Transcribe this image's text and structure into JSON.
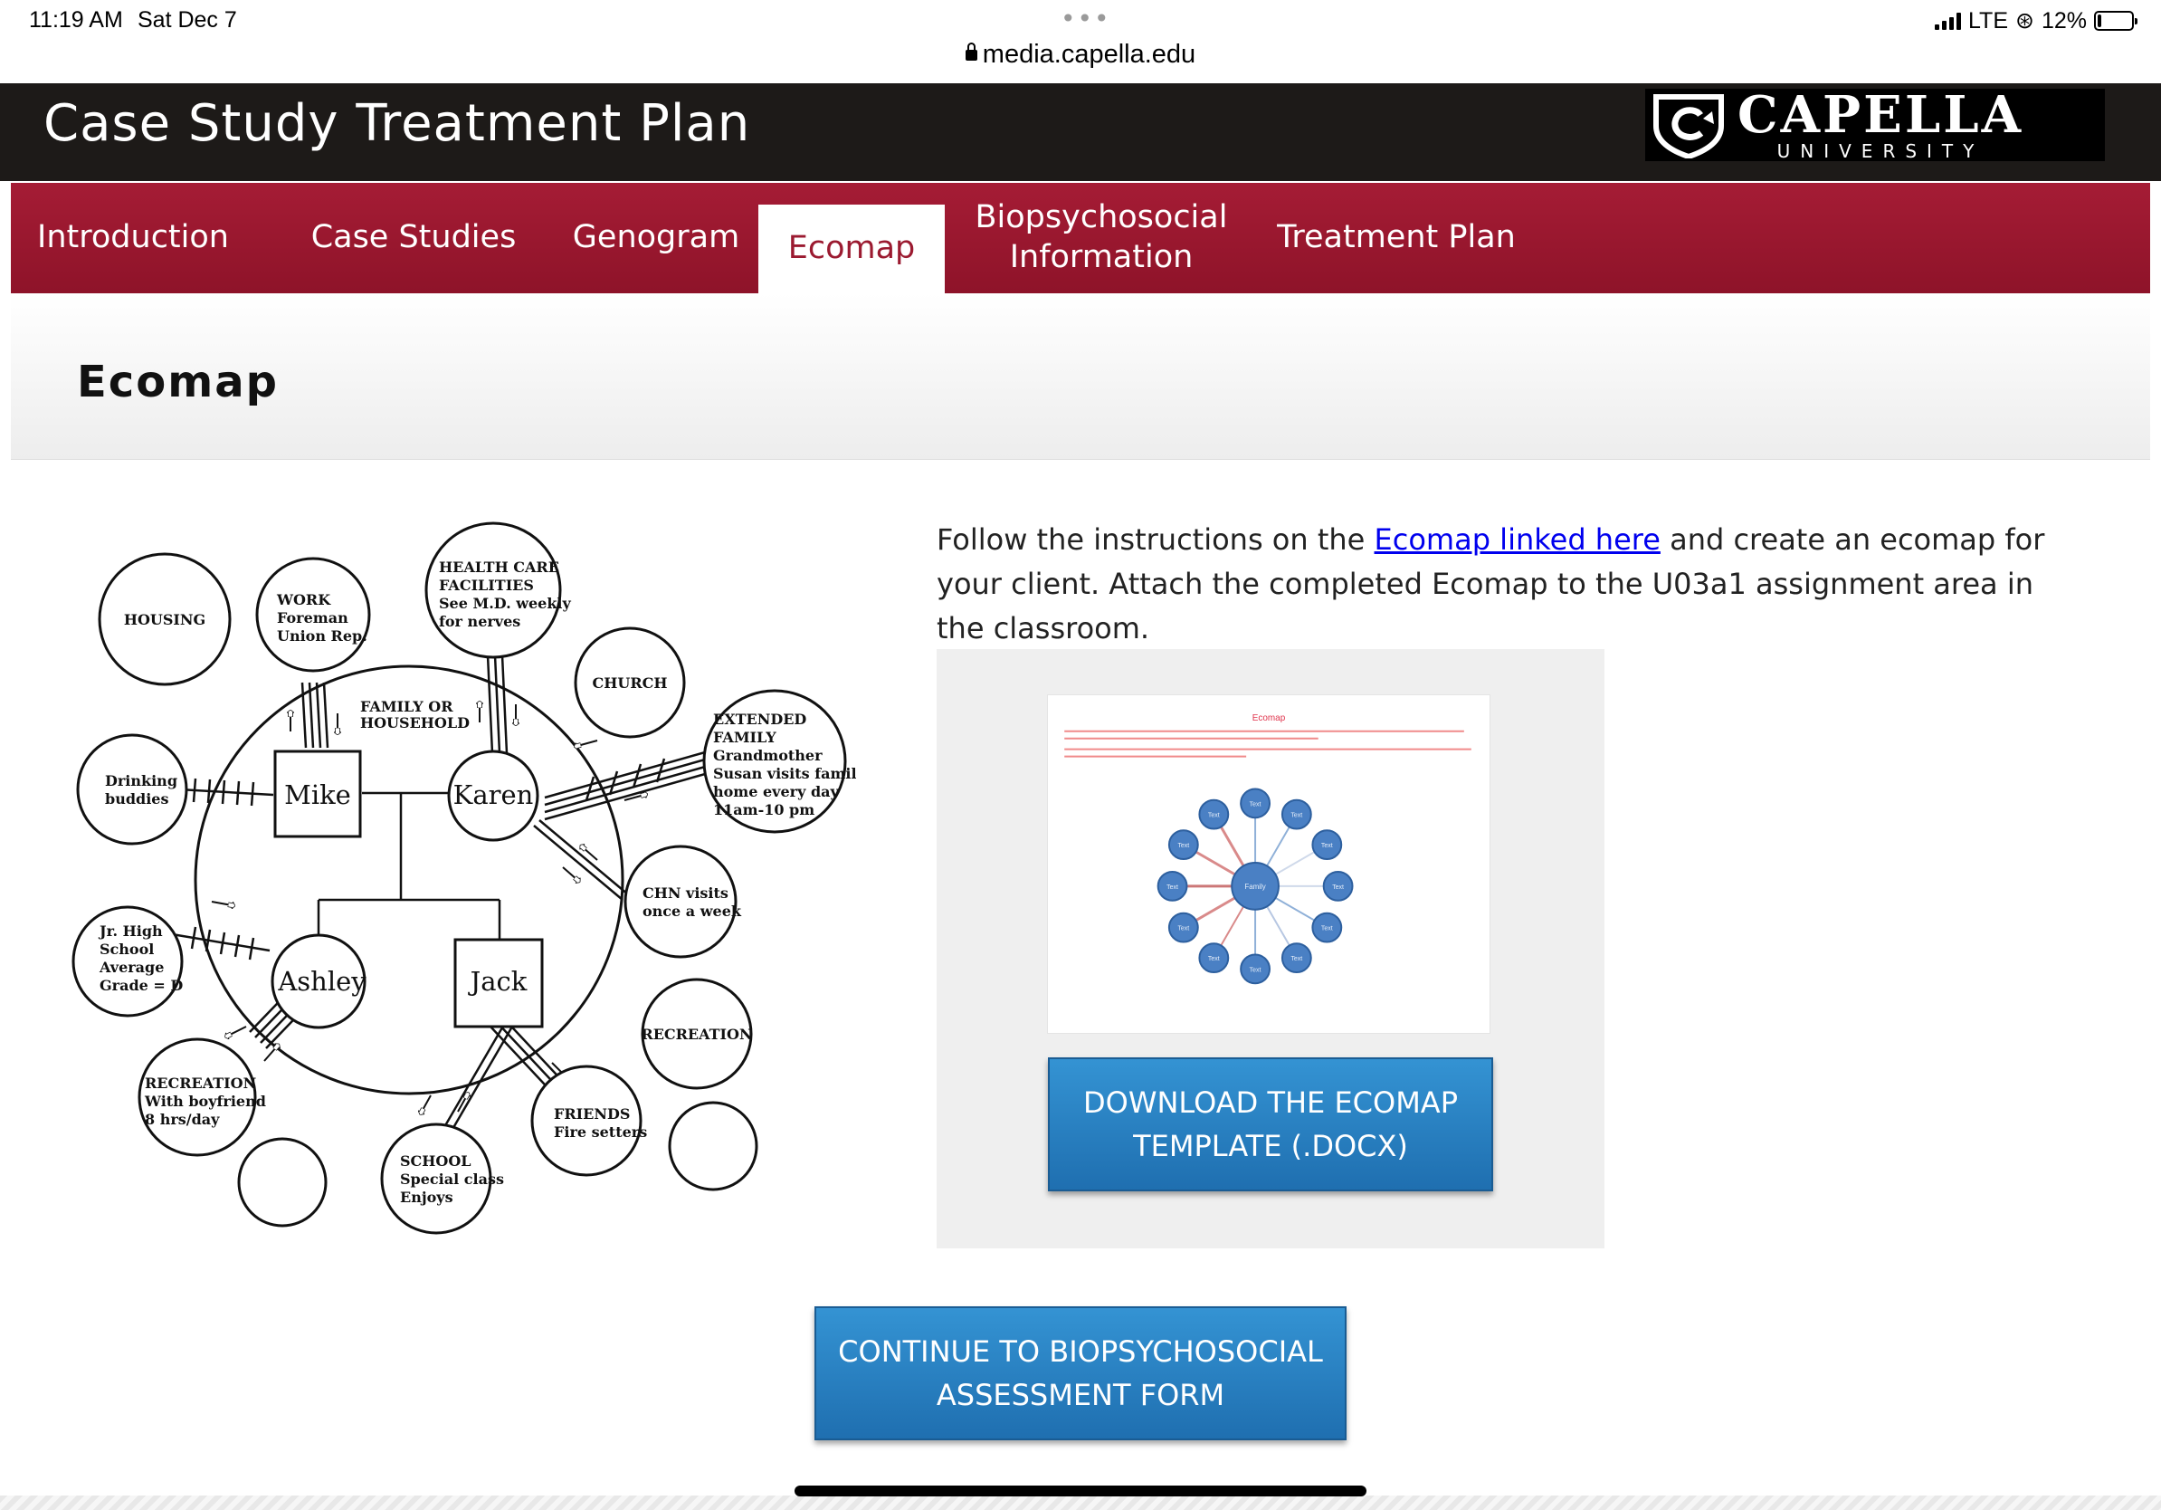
{
  "status_bar": {
    "time": "11:19 AM",
    "date": "Sat Dec 7",
    "url": "media.capella.edu",
    "carrier": "LTE",
    "battery": "12%",
    "battery_level": 0.12
  },
  "header": {
    "title": "Case Study Treatment Plan",
    "logo_name": "CAPELLA",
    "logo_sub": "UNIVERSITY"
  },
  "nav": {
    "items": [
      {
        "label": "Introduction"
      },
      {
        "label": "Case Studies"
      },
      {
        "label": "Genogram"
      },
      {
        "label": "Ecomap",
        "active": true
      },
      {
        "label": "Biopsychosocial\nInformation"
      },
      {
        "label": "Treatment Plan"
      }
    ]
  },
  "page": {
    "title": "Ecomap"
  },
  "ecomap": {
    "household_label_1": "FAMILY OR",
    "household_label_2": "HOUSEHOLD",
    "members": {
      "mike": "Mike",
      "karen": "Karen",
      "ashley": "Ashley",
      "jack": "Jack"
    },
    "systems": {
      "housing": "HOUSING",
      "work": [
        "WORK",
        "Foreman",
        "Union Rep."
      ],
      "health": [
        "HEALTH CARE",
        "FACILITIES",
        "See M.D. weekly",
        "for nerves"
      ],
      "church": "CHURCH",
      "extended": [
        "EXTENDED",
        "FAMILY",
        "Grandmother",
        "Susan visits family",
        "home every day",
        "11am-10 pm"
      ],
      "drinking": [
        "Drinking",
        "buddies"
      ],
      "chn": [
        "CHN visits",
        "once a week"
      ],
      "jrhigh": [
        "Jr. High",
        "School",
        "Average",
        "Grade = D"
      ],
      "recreation": "RECREATION",
      "recreation_ashley": [
        "RECREATION",
        "With boyfriend",
        "8 hrs/day"
      ],
      "friends": [
        "FRIENDS",
        "Fire setters"
      ],
      "school": [
        "SCHOOL",
        "Special class",
        "Enjoys"
      ]
    }
  },
  "content": {
    "instructions_before": "Follow the instructions on the ",
    "instructions_link": "Ecomap linked here",
    "instructions_after": " and create an ecomap for your client. Attach the completed Ecomap to the U03a1 assignment area in the classroom.",
    "download_button": "DOWNLOAD THE ECOMAP TEMPLATE (.DOCX)",
    "continue_button": "CONTINUE TO BIOPSYCHOSOCIAL ASSESSMENT FORM"
  },
  "thumbnail": {
    "title": "Ecomap",
    "center_label": "Family",
    "node_label": "Text"
  },
  "colors": {
    "header_bg": "#1d1a18",
    "nav_bg": "#a51c35",
    "active_tab_text": "#9b1a30",
    "button_blue": "#2a84c6",
    "link": "#0000ee"
  }
}
